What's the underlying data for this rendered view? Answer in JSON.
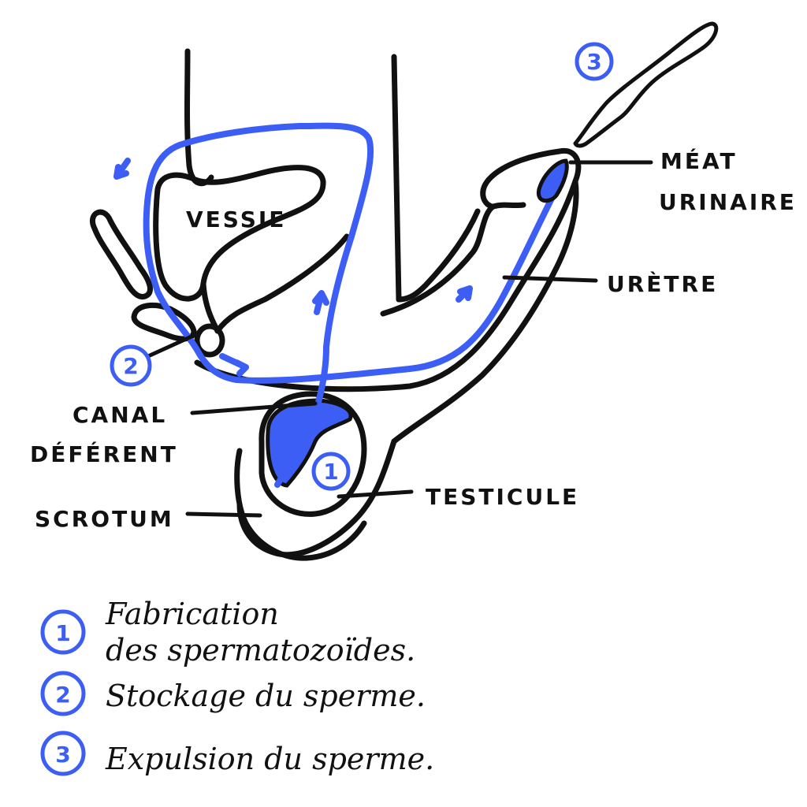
{
  "colors": {
    "ink": "#111111",
    "accent_blue": "#3d5ef5",
    "background": "#ffffff"
  },
  "labels": {
    "vessie": "VESSIE",
    "meat_line1": "MÉAT",
    "meat_line2": "URINAIRE",
    "uretre": "URÈTRE",
    "canal_line1": "CANAL",
    "canal_line2": "DÉFÉRENT",
    "testicule": "TESTICULE",
    "scrotum": "SCROTUM"
  },
  "markers": {
    "m1": "1",
    "m2": "2",
    "m3": "3"
  },
  "legend": [
    {
      "number": "1",
      "line1": "Fabrication",
      "line2": "des spermatozoïdes."
    },
    {
      "number": "2",
      "line1": "Stockage du sperme.",
      "line2": ""
    },
    {
      "number": "3",
      "line1": "Expulsion du sperme.",
      "line2": ""
    }
  ]
}
